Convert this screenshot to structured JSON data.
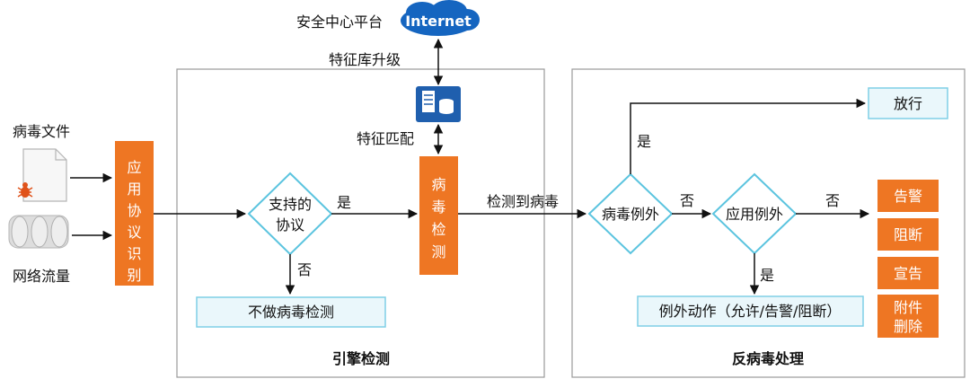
{
  "internet": {
    "platform_label": "安全中心平台",
    "cloud_label": "Internet",
    "upgrade_label": "特征库升级"
  },
  "sources": {
    "virus_file_label": "病毒文件",
    "network_traffic_label": "网络流量"
  },
  "app_protocol": {
    "chars": [
      "应",
      "用",
      "协",
      "议",
      "识",
      "别"
    ]
  },
  "engine": {
    "title": "引擎检测",
    "decision_lines": [
      "支持的",
      "协议"
    ],
    "yes_label": "是",
    "no_label": "否",
    "no_detect_label": "不做病毒检测",
    "match_label": "特征匹配",
    "virus_detect_chars": [
      "病",
      "毒",
      "检",
      "测"
    ]
  },
  "flow": {
    "detected_label": "检测到病毒"
  },
  "antivirus": {
    "title": "反病毒处理",
    "virus_exception_label": "病毒例外",
    "app_exception_label": "应用例外",
    "yes_up_label": "是",
    "no_label_1": "否",
    "no_label_2": "否",
    "yes_down_label": "是",
    "pass_label": "放行",
    "exception_action_label": "例外动作（允许/告警/阻断）",
    "actions": [
      "告警",
      "阻断",
      "宣告"
    ],
    "attachment_lines": [
      "附件",
      "删除"
    ]
  },
  "colors": {
    "orange": "#ee7623",
    "light_blue_fill": "#eaf7fb",
    "light_blue_border": "#7fcfe6",
    "diamond_fill": "#ffffff",
    "diamond_border": "#5bc4df",
    "cloud_blue": "#1565c0",
    "server_blue": "#1f5fae",
    "frame_gray": "#9a9a9a"
  }
}
